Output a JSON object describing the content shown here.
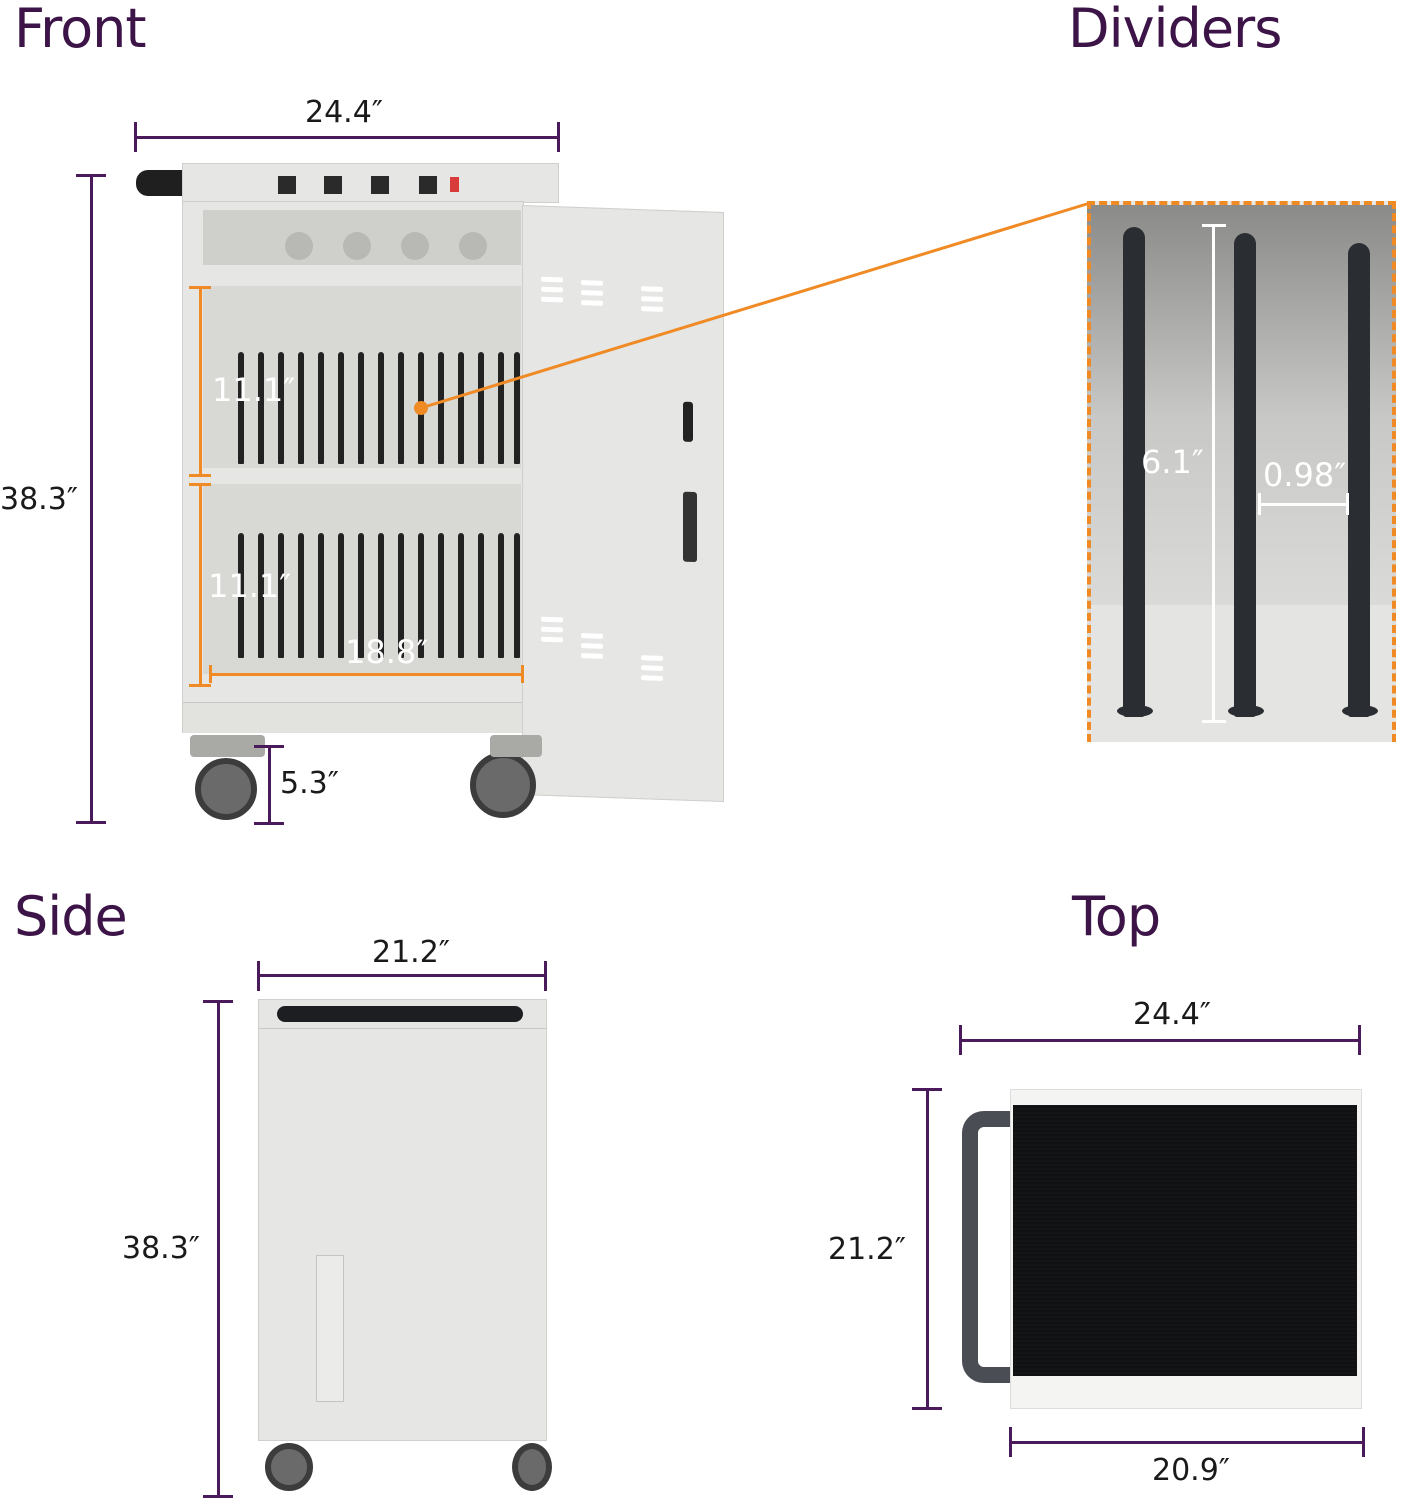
{
  "front": {
    "heading": "Front",
    "width_label": "24.4″",
    "height_label": "38.3″",
    "upper_bay_height": "11.1″",
    "lower_bay_height": "11.1″",
    "inner_width": "18.8″",
    "caster_height": "5.3″",
    "outlets": 4,
    "slots_per_bay": 15
  },
  "dividers": {
    "heading": "Dividers",
    "divider_height": "6.1″",
    "divider_spacing": "0.98″"
  },
  "side": {
    "heading": "Side",
    "depth_label": "21.2″",
    "height_label": "38.3″"
  },
  "top": {
    "heading": "Top",
    "overall_width": "24.4″",
    "depth_label": "21.2″",
    "body_width": "20.9″"
  },
  "colors": {
    "heading": "#3d1448",
    "dimension_line": "#4a1a5a",
    "inner_dimension": "#f08a24",
    "callout_border": "#f08a24",
    "cabinet": "#e6e6e4",
    "divider": "#222222"
  }
}
